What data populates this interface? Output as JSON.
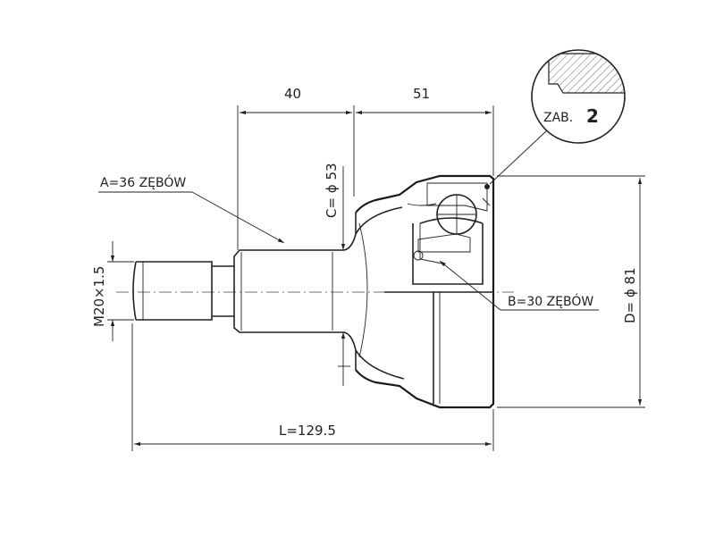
{
  "labels": {
    "dim_top_left": "40",
    "dim_top_right": "51",
    "spline_a": "A=36 ZĘBÓW",
    "diameter_c": "C= ϕ 53",
    "thread_m": "M20×1.5",
    "spline_b": "B=30 ZĘBÓW",
    "diameter_d": "D= ϕ 81",
    "length_l": "L=129.5",
    "detail_ref_prefix": "ZAB.",
    "detail_ref_num": "2"
  },
  "colors": {
    "line": "#222222",
    "background": "#ffffff"
  }
}
